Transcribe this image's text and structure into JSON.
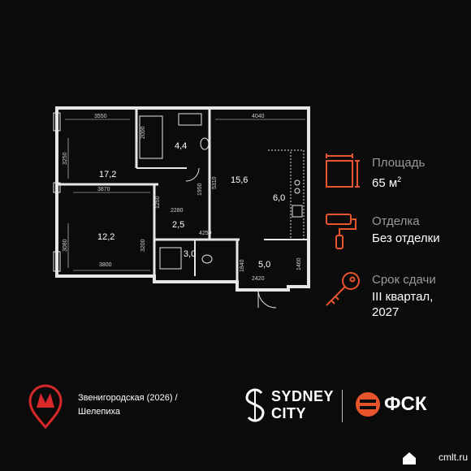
{
  "colors": {
    "accent": "#e8542c",
    "metro": "#d8282a",
    "text": "#ffffff",
    "muted": "#9a9a9a",
    "background": "#0b0b0b"
  },
  "floorplan": {
    "rooms": [
      {
        "area": "17,2"
      },
      {
        "area": "4,4"
      },
      {
        "area": "15,6"
      },
      {
        "area": "6,0"
      },
      {
        "area": "12,2"
      },
      {
        "area": "2,5"
      },
      {
        "area": "3,0"
      },
      {
        "area": "5,0"
      }
    ],
    "dimensions": [
      "3550",
      "2000",
      "4040",
      "3250",
      "3870",
      "1950",
      "5310",
      "2280",
      "1250",
      "4250",
      "3080",
      "3200",
      "3800",
      "1840",
      "1460",
      "2420"
    ]
  },
  "info": {
    "area": {
      "icon": "square-area-icon",
      "label": "Площадь",
      "value": "65 м",
      "unit_sup": "2"
    },
    "finish": {
      "icon": "paint-roller-icon",
      "label": "Отделка",
      "value": "Без отделки"
    },
    "delivery": {
      "icon": "key-icon",
      "label": "Срок сдачи",
      "value": "III квартал, 2027"
    }
  },
  "footer": {
    "metro": {
      "icon": "metro-logo-icon",
      "line1": "Звенигородская (2026) /",
      "line2": "Шелепиха"
    },
    "project": {
      "icon": "sydney-city-logo-icon",
      "line1": "SYDNEY",
      "line2": "CITY"
    },
    "developer": {
      "icon": "fsk-logo-icon",
      "name": "ФСК"
    }
  },
  "watermark": {
    "icon": "house-icon",
    "text": "cmlt.ru"
  }
}
